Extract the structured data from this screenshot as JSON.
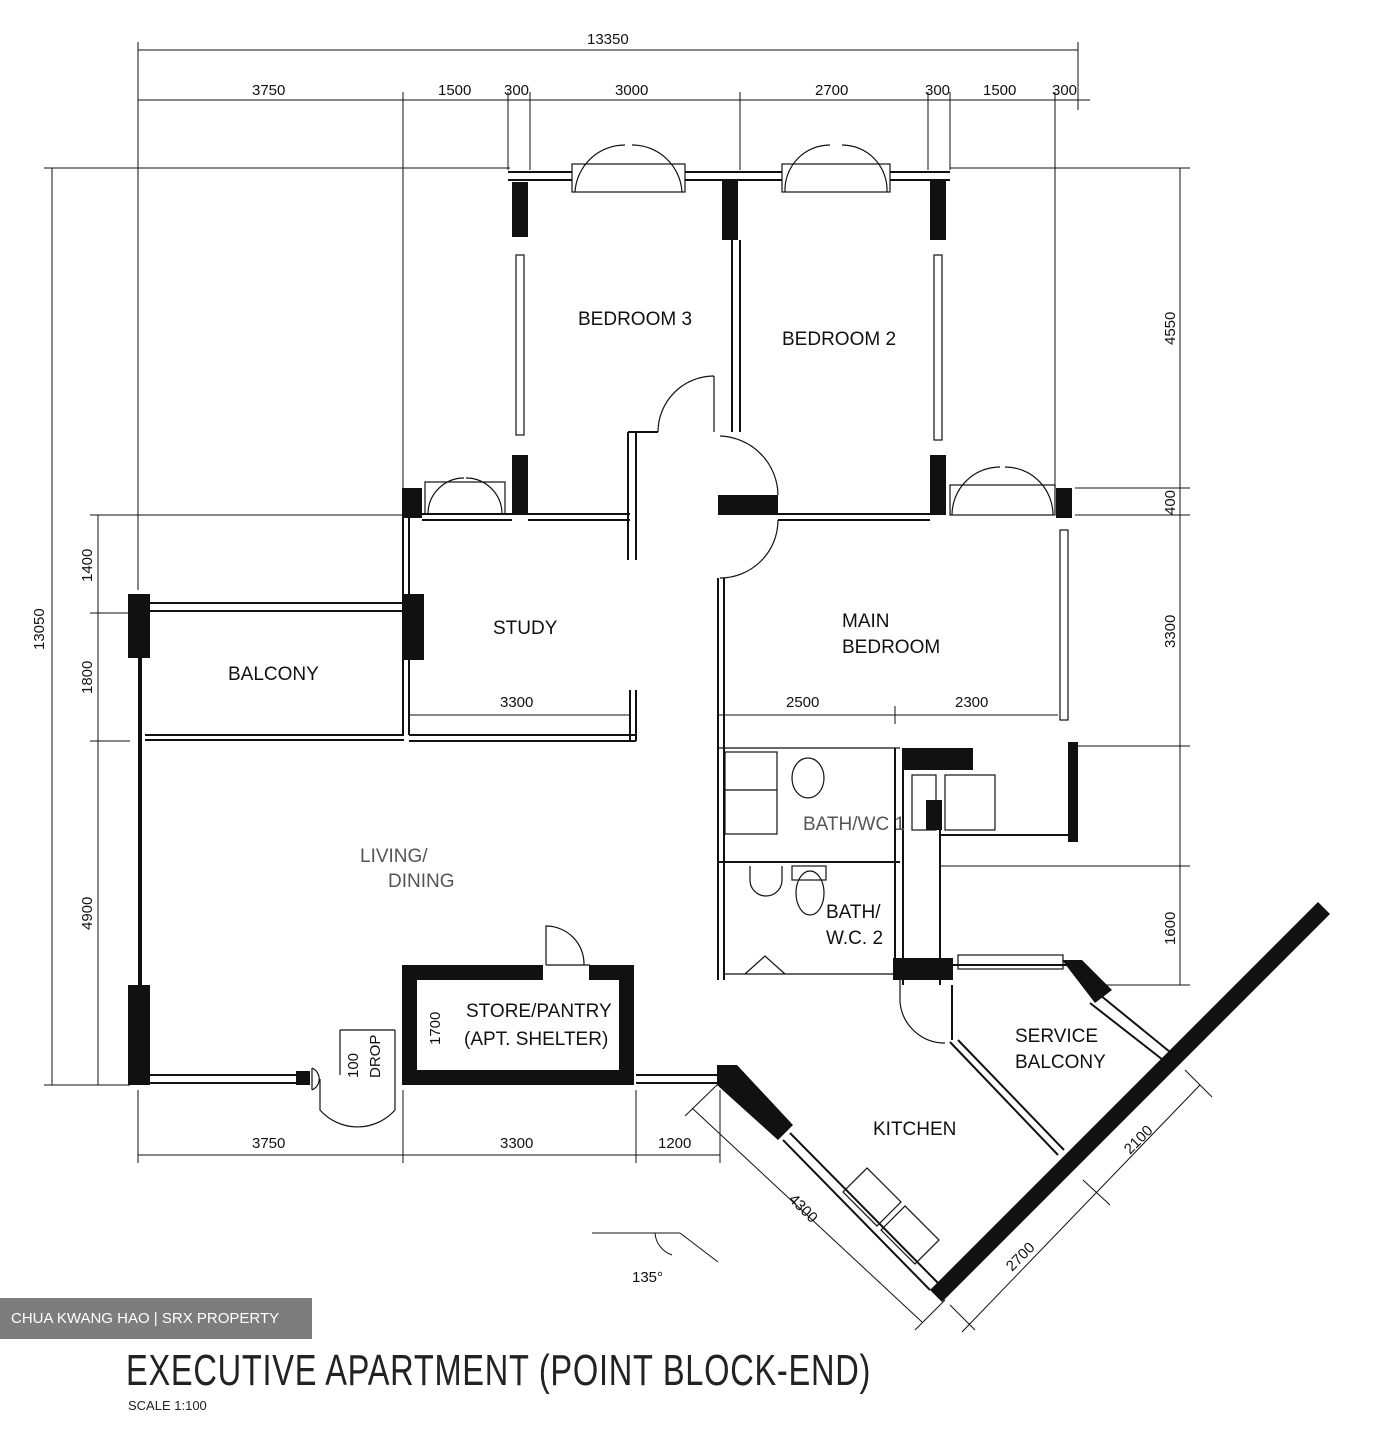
{
  "title": "EXECUTIVE APARTMENT (POINT BLOCK-END)",
  "scale": "SCALE   1:100",
  "watermark": "CHUA KWANG HAO | SRX PROPERTY",
  "rooms": {
    "bedroom3": "BEDROOM 3",
    "bedroom2": "BEDROOM 2",
    "study": "STUDY",
    "main_bedroom_line1": "MAIN",
    "main_bedroom_line2": "BEDROOM",
    "balcony": "BALCONY",
    "living_dining_line1": "LIVING/",
    "living_dining_line2": "DINING",
    "bath1": "BATH/WC 1",
    "bath2_line1": "BATH/",
    "bath2_line2": "W.C. 2",
    "store_line1": "STORE/PANTRY",
    "store_line2": "(APT. SHELTER)",
    "service_balcony_line1": "SERVICE",
    "service_balcony_line2": "BALCONY",
    "kitchen": "KITCHEN",
    "drop": "DROP"
  },
  "dimensions": {
    "top_overall": "13350",
    "top_segments": [
      "3750",
      "1500",
      "300",
      "3000",
      "2700",
      "300",
      "1500",
      "300"
    ],
    "left_overall": "13050",
    "left_segments": [
      "1400",
      "1800",
      "4900"
    ],
    "right_segments": [
      "4550",
      "400",
      "3300",
      "1600"
    ],
    "bottom_segments": [
      "3750",
      "3300",
      "1200"
    ],
    "study_width": "3300",
    "main_bedroom_widths": [
      "2500",
      "2300"
    ],
    "store_height": "1700",
    "drop_size": "100",
    "kitchen_wall": "4300",
    "angled_segments": [
      "2100",
      "2700"
    ],
    "angle": "135°"
  }
}
